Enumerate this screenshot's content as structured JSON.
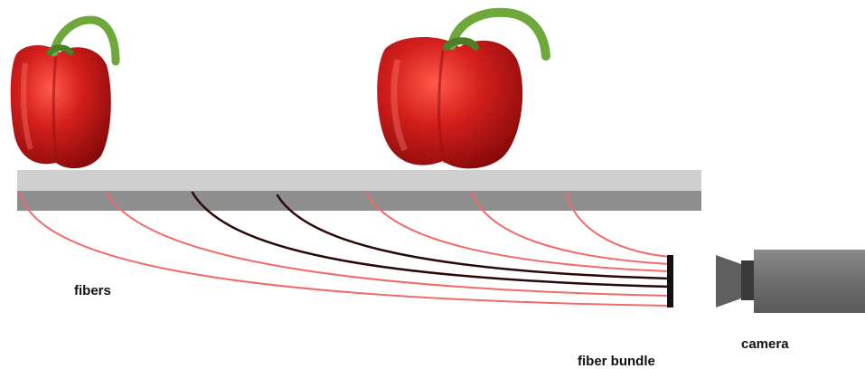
{
  "labels": {
    "fibers": "fibers",
    "fiber_bundle": "fiber bundle",
    "camera": "camera"
  },
  "colors": {
    "pepper_red": "#d41f1c",
    "stem_green": "#6fa83a",
    "plate_light": "#cfcfcf",
    "plate_dark": "#8e8e8e",
    "fiber_red": "#f06a6a",
    "fiber_dark": "#2a0808",
    "bundle": "#111111",
    "camera_body": "#7f7f7f",
    "camera_lens": "#3a3a3a"
  },
  "objects": {
    "peppers": [
      "red-pepper",
      "red-pepper"
    ],
    "fiber_count": 7,
    "dark_fiber_indices": [
      2,
      3
    ]
  }
}
